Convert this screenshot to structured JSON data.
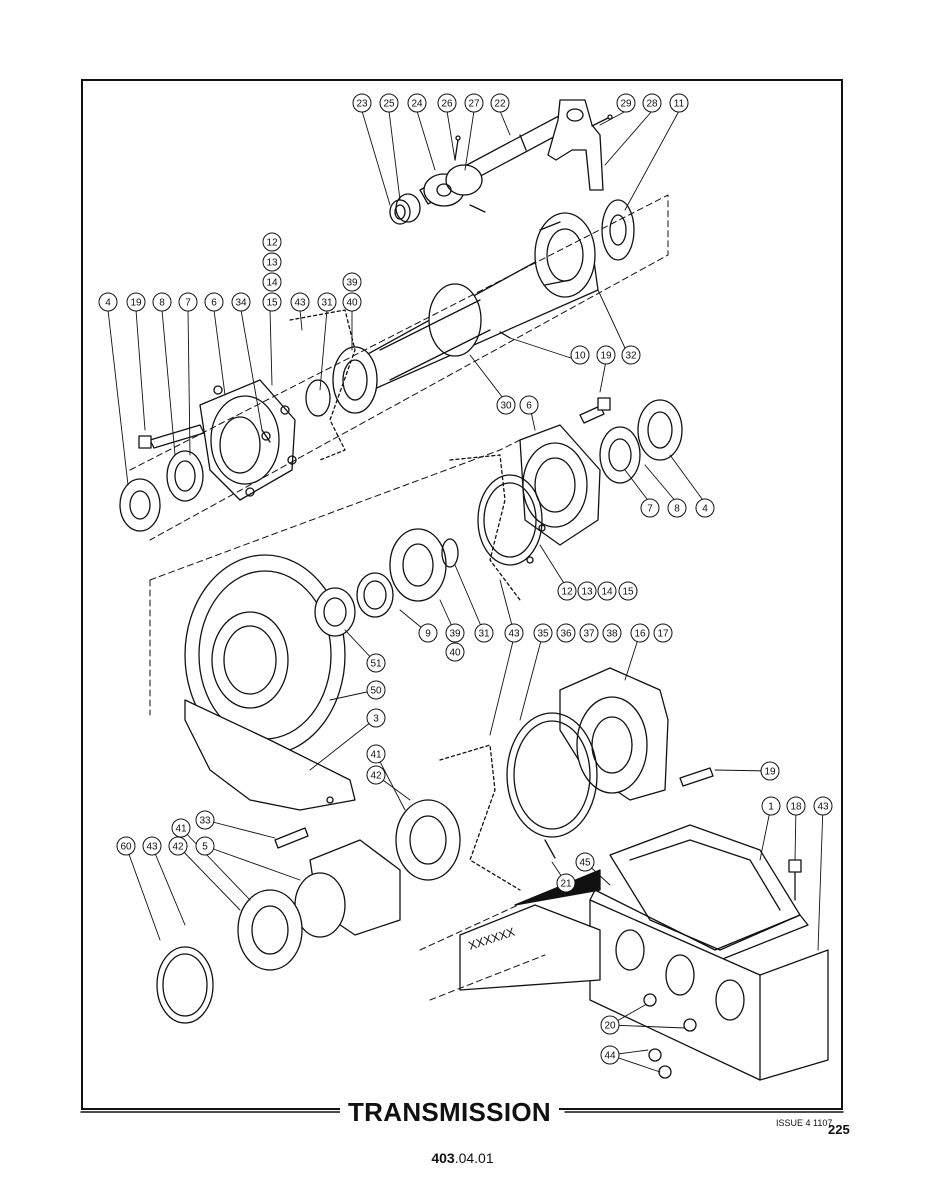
{
  "title": "TRANSMISSION",
  "issue": "ISSUE 4 1107",
  "page_number": "225",
  "doc_code_prefix": "403",
  "doc_code_suffix": ".04.01",
  "case_marking": "XXXXXX",
  "callouts": {
    "c23": "23",
    "c25": "25",
    "c24": "24",
    "c26": "26",
    "c27": "27",
    "c22": "22",
    "c29": "29",
    "c28": "28",
    "c11a": "11",
    "c12a": "12",
    "c13a": "13",
    "c14a": "14",
    "c15a": "15",
    "c39a": "39",
    "c40a": "40",
    "c4a": "4",
    "c19a": "19",
    "c8a": "8",
    "c7a": "7",
    "c6a": "6",
    "c34": "34",
    "c43a": "43",
    "c31a": "31",
    "c10": "10",
    "c19b": "19",
    "c32": "32",
    "c30": "30",
    "c6b": "6",
    "c7b": "7",
    "c8b": "8",
    "c4b": "4",
    "c12b": "12",
    "c13b": "13",
    "c14b": "14",
    "c15b": "15",
    "c9": "9",
    "c39b": "39",
    "c40b": "40",
    "c31b": "31",
    "c43b": "43",
    "c35": "35",
    "c36": "36",
    "c37": "37",
    "c38": "38",
    "c16": "16",
    "c17": "17",
    "c51": "51",
    "c50": "50",
    "c3": "3",
    "c41a": "41",
    "c42a": "42",
    "c19c": "19",
    "c1": "1",
    "c18": "18",
    "c43c": "43",
    "c33": "33",
    "c41b": "41",
    "c60": "60",
    "c43d": "43",
    "c42b": "42",
    "c5": "5",
    "c45": "45",
    "c21": "21",
    "c20": "20",
    "c44": "44"
  }
}
